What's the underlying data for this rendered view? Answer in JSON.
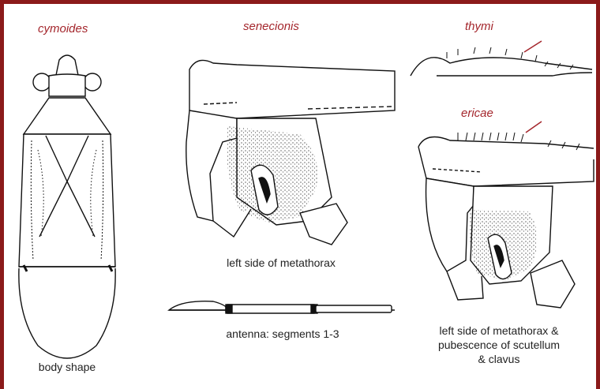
{
  "figure": {
    "species": {
      "cymoides": "cymoides",
      "senecionis": "senecionis",
      "thymi": "thymi",
      "ericae": "ericae"
    },
    "captions": {
      "body_shape": "body shape",
      "metathorax": "left side of metathorax",
      "antenna": "antenna: segments 1-3",
      "pubescence_1": "left side of metathorax &",
      "pubescence_2": "pubescence of scutellum",
      "pubescence_3": "& clavus"
    },
    "colors": {
      "frame": "#8b1a1a",
      "species_label": "#a4262c",
      "ink": "#111111"
    }
  }
}
